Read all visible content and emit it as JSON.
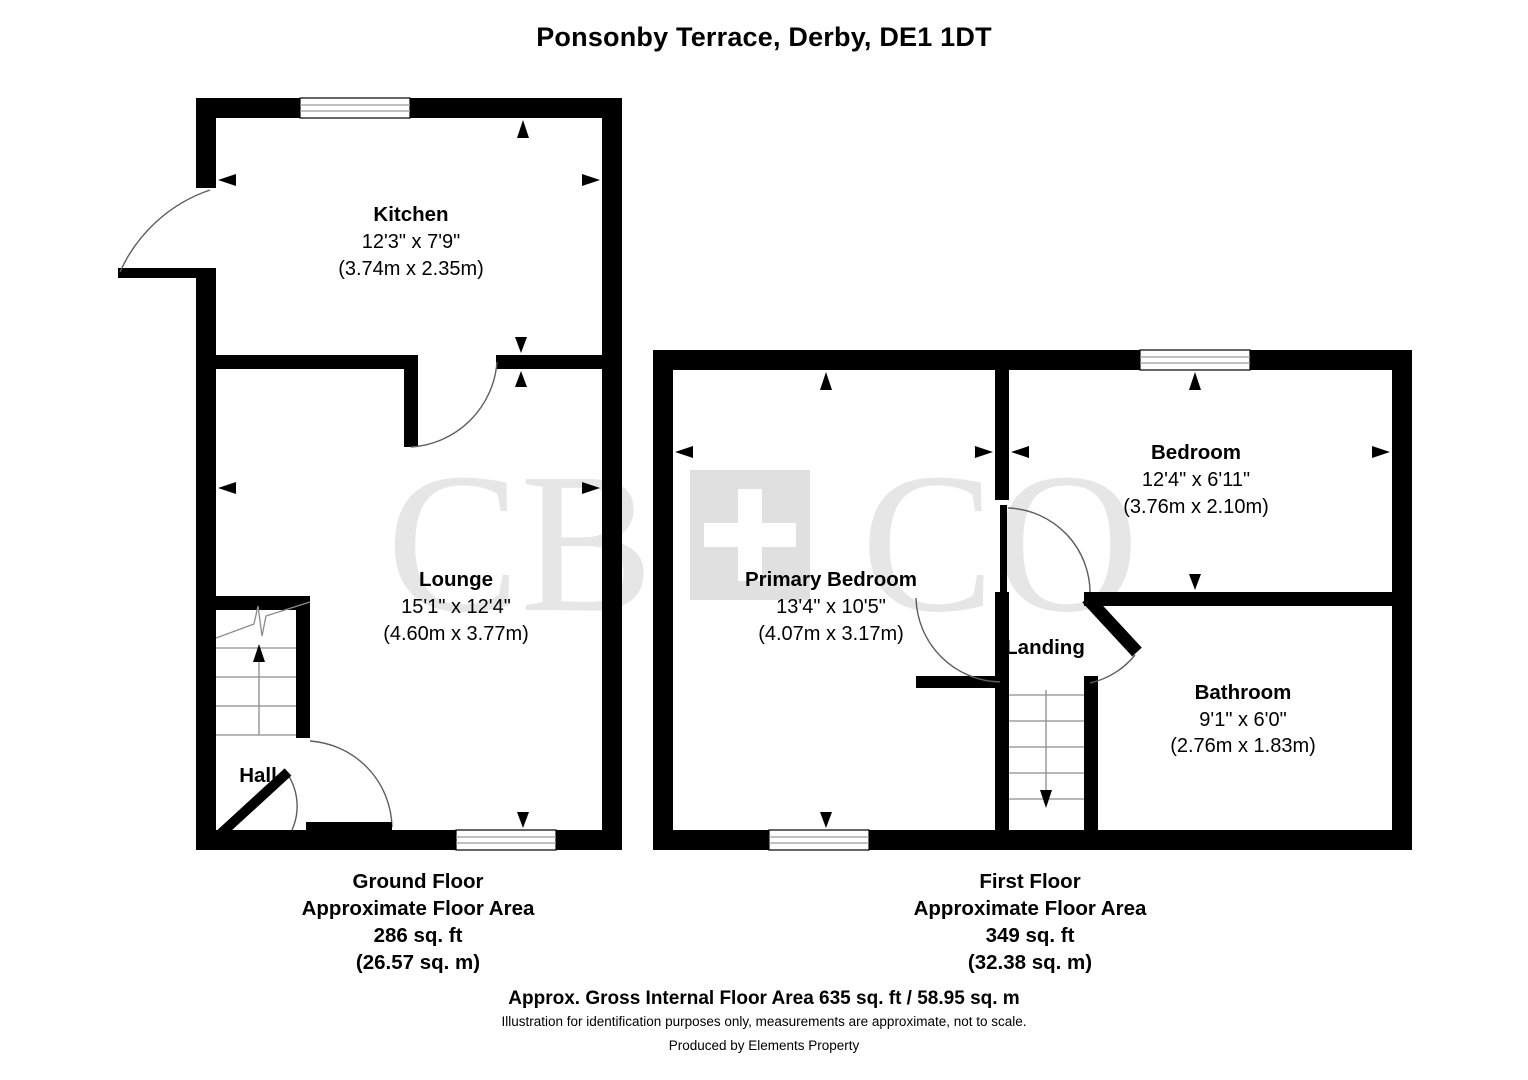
{
  "title": "Ponsonby Terrace, Derby, DE1 1DT",
  "watermark": {
    "left_text": "CB",
    "right_text": "CO",
    "plus": "+"
  },
  "floors": [
    {
      "id": "ground",
      "caption_name": "Ground Floor",
      "caption_area_label": "Approximate Floor Area",
      "caption_area_ft": "286 sq. ft",
      "caption_area_m": "(26.57 sq. m)",
      "rooms": [
        {
          "key": "kitchen",
          "name": "Kitchen",
          "dim_imperial": "12'3\" x 7'9\"",
          "dim_metric": "(3.74m x 2.35m)"
        },
        {
          "key": "lounge",
          "name": "Lounge",
          "dim_imperial": "15'1\" x 12'4\"",
          "dim_metric": "(4.60m x 3.77m)"
        },
        {
          "key": "hall",
          "name": "Hall",
          "dim_imperial": "",
          "dim_metric": ""
        }
      ]
    },
    {
      "id": "first",
      "caption_name": "First Floor",
      "caption_area_label": "Approximate Floor Area",
      "caption_area_ft": "349 sq. ft",
      "caption_area_m": "(32.38 sq. m)",
      "rooms": [
        {
          "key": "primary_bedroom",
          "name": "Primary Bedroom",
          "dim_imperial": "13'4\" x 10'5\"",
          "dim_metric": "(4.07m x 3.17m)"
        },
        {
          "key": "bedroom",
          "name": "Bedroom",
          "dim_imperial": "12'4\" x 6'11\"",
          "dim_metric": "(3.76m x 2.10m)"
        },
        {
          "key": "bathroom",
          "name": "Bathroom",
          "dim_imperial": "9'1\" x 6'0\"",
          "dim_metric": "(2.76m x 1.83m)"
        },
        {
          "key": "landing",
          "name": "Landing",
          "dim_imperial": "",
          "dim_metric": ""
        }
      ]
    }
  ],
  "footer": {
    "gross_area": "Approx. Gross Internal Floor Area 635 sq. ft / 58.95 sq. m",
    "disclaimer": "Illustration for identification purposes only, measurements are approximate, not to scale.",
    "producer": "Produced by Elements Property"
  },
  "colors": {
    "wall": "#000000",
    "background": "#ffffff",
    "watermark": "#e6e6e6",
    "stair": "#8c8c8c"
  }
}
